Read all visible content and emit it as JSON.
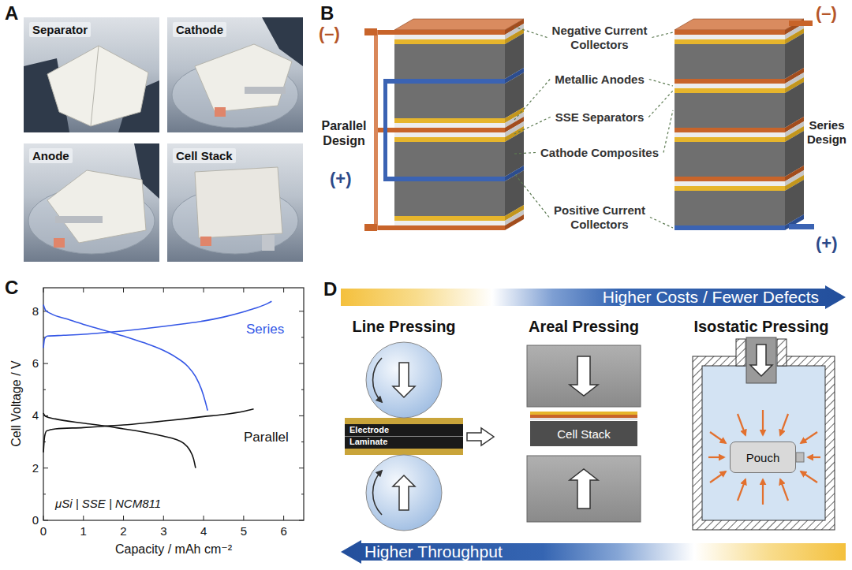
{
  "diagram": {
    "nodes": [
      {
        "text": [
          "Separator"
        ]
      },
      {
        "text": [
          "Cathode"
        ]
      },
      {
        "text": [
          "Anode"
        ]
      },
      {
        "text": [
          "Cell Stack"
        ]
      },
      {
        "text": [
          "Higher Costs / Fewer Defects"
        ]
      },
      {
        "text": [
          "Electrode Laminate"
        ]
      },
      {
        "text": [
          "Cell Stack"
        ]
      },
      {
        "text": [
          "Pouch"
        ]
      },
      {
        "text": [
          "Higher Throughput"
        ]
      }
    ],
    "labels": [
      "A",
      "B",
      "C",
      "D",
      "(–)",
      "(–)",
      "Negative Current Collectors",
      "Metallic Anodes",
      "SSE Separators",
      "Cathode Composites",
      "Positive Current Collectors",
      "Parallel Design",
      "Series Design",
      "(+)",
      "(+)",
      "Cell Voltage / V",
      "Capacity / mAh cm⁻²",
      "0",
      "2",
      "4",
      "6",
      "8",
      "0",
      "1",
      "2",
      "3",
      "4",
      "5",
      "6",
      "Series",
      "Parallel",
      "μSi | SSE | NCM811",
      "Line Pressing",
      "Areal Pressing",
      "Isostatic Pressing"
    ]
  }
}
